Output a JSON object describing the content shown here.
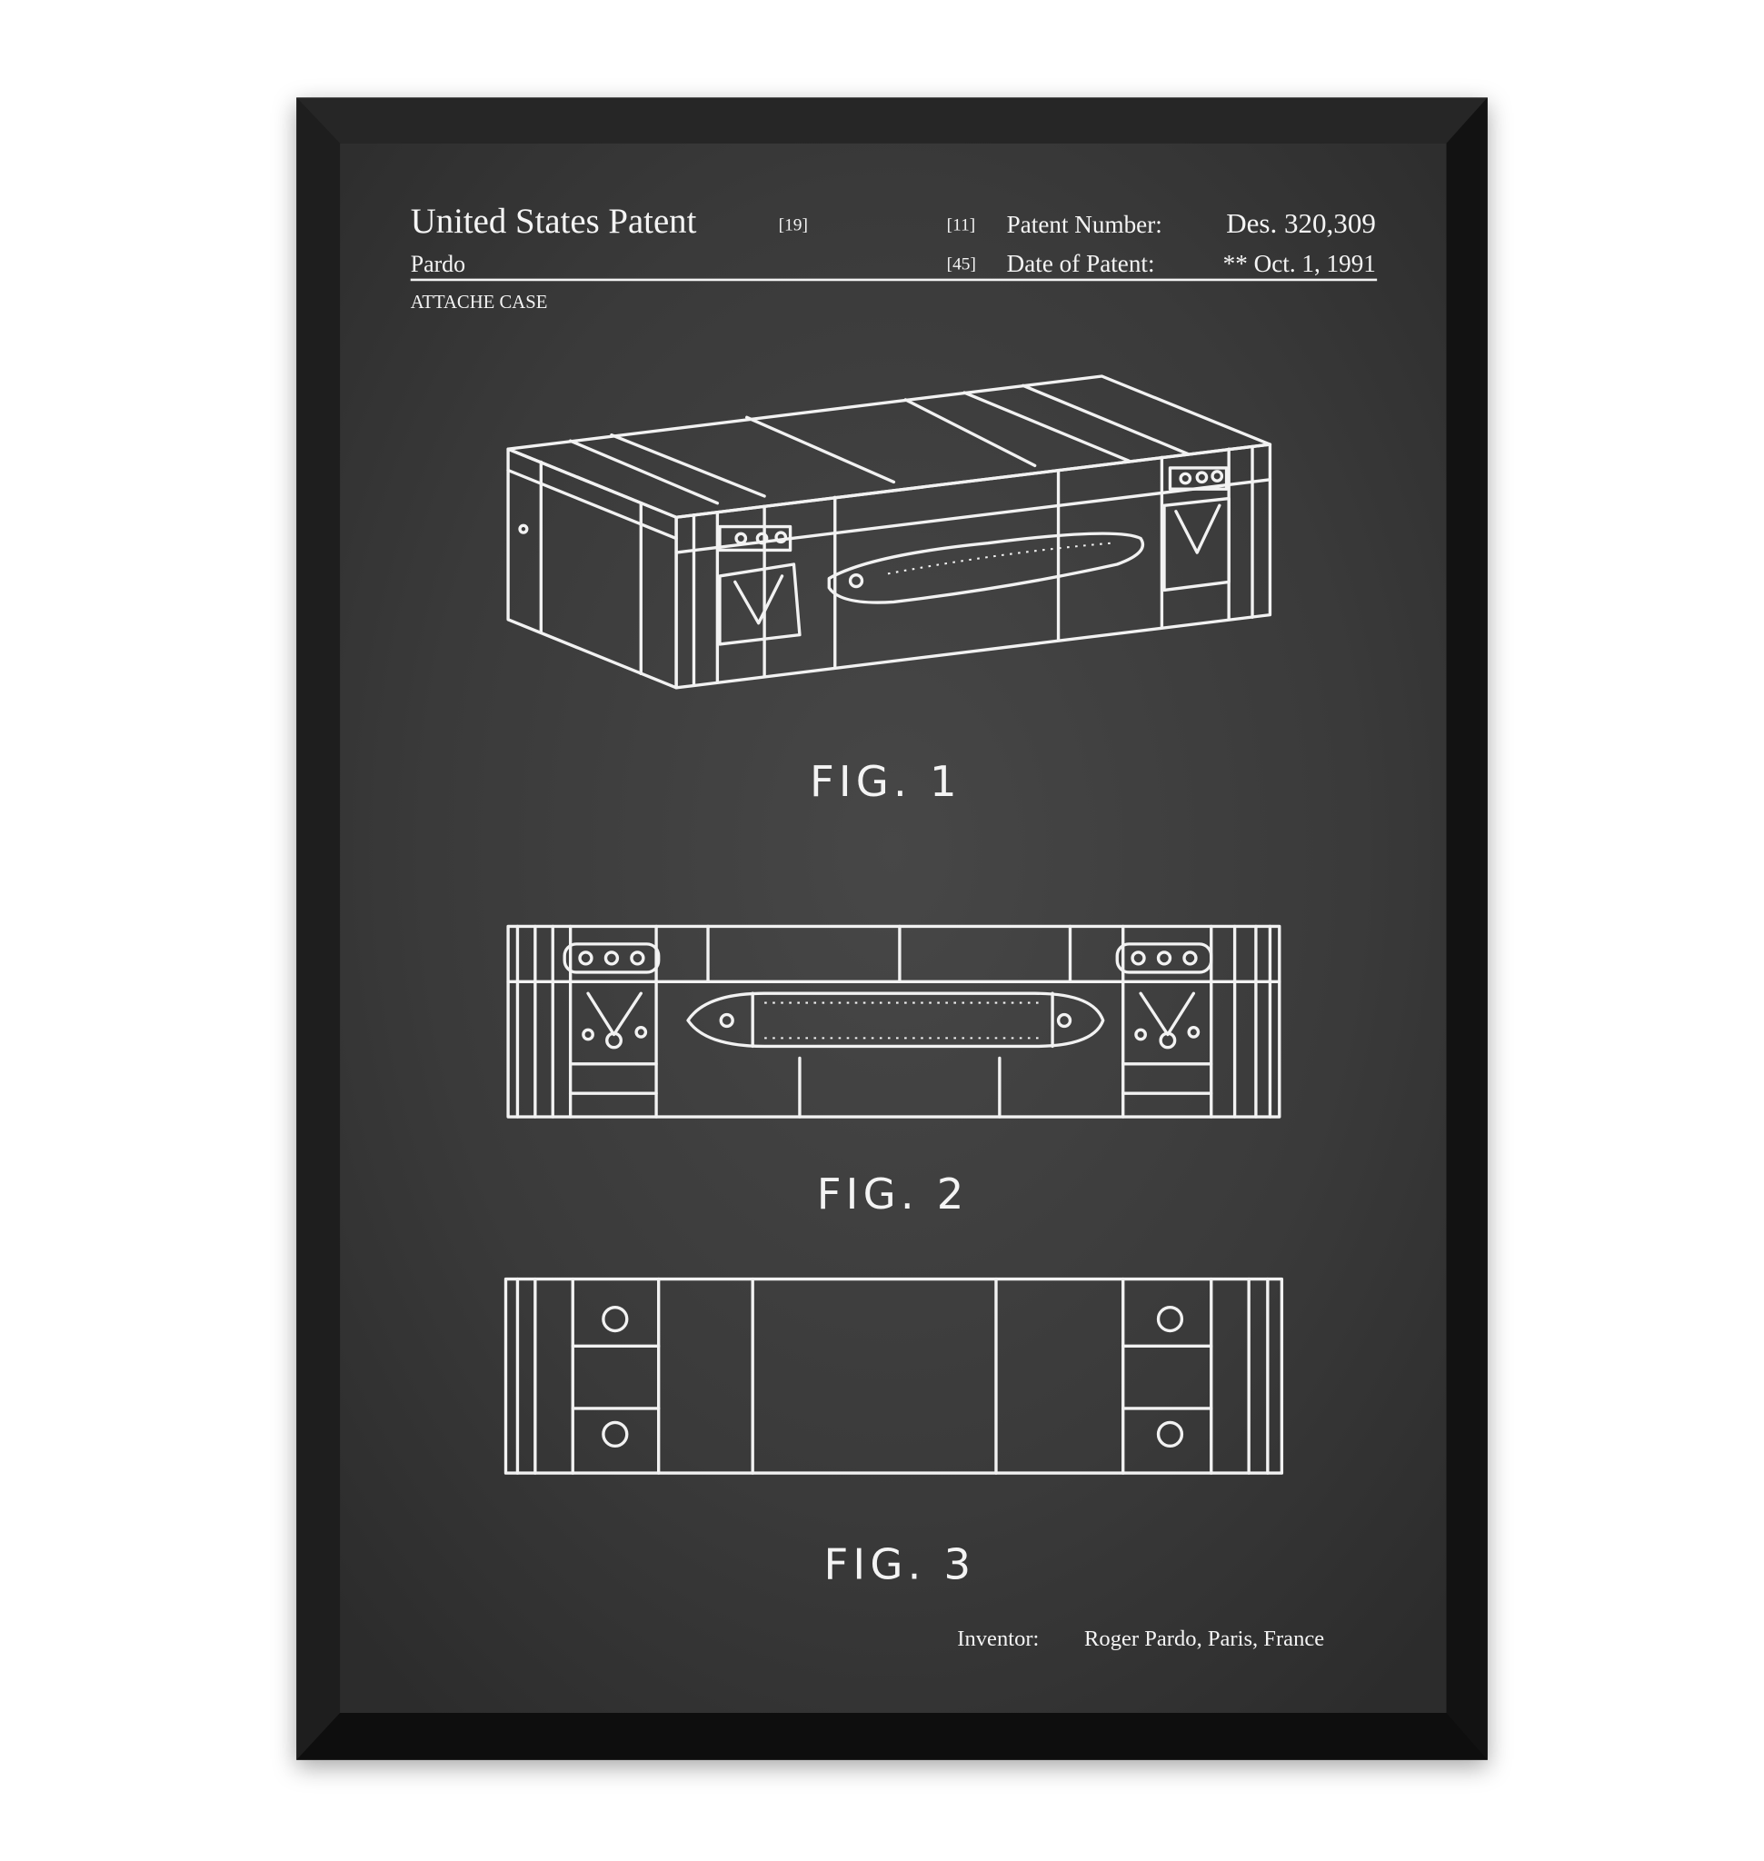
{
  "poster": {
    "header": {
      "title": "United States Patent",
      "title_ref": "[19]",
      "inventor_short": "Pardo",
      "number_ref": "[11]",
      "number_label": "Patent Number:",
      "number_value": "Des. 320,309",
      "date_ref": "[45]",
      "date_label": "Date of Patent:",
      "date_value": "** Oct. 1, 1991",
      "subject": "ATTACHE CASE"
    },
    "figures": [
      "FIG. 1",
      "FIG. 2",
      "FIG. 3"
    ],
    "footer": {
      "inventor_label": "Inventor:",
      "inventor_value": "Roger Pardo, Paris, France"
    },
    "colors": {
      "frame": "#161616",
      "board": "#3b3b3b",
      "ink": "#f2f2f2"
    }
  }
}
